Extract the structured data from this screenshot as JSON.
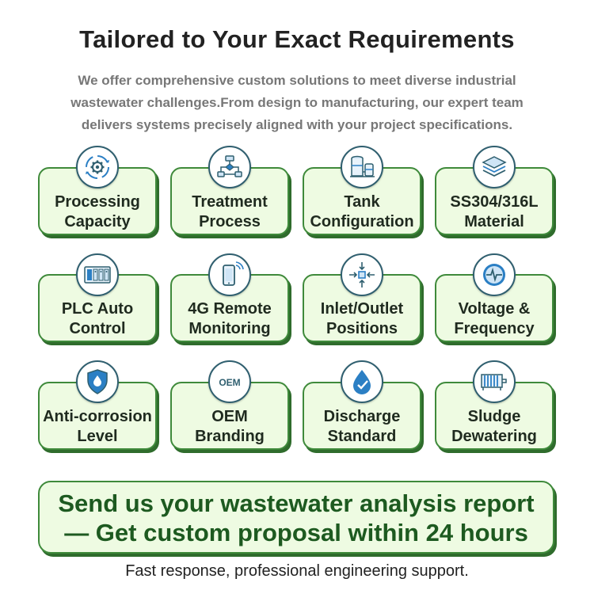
{
  "header": {
    "title": "Tailored to Your Exact Requirements",
    "subtitle_lines": [
      "We offer comprehensive custom solutions to meet diverse industrial",
      "wastewater challenges.From design to manufacturing, our expert team",
      "delivers systems precisely aligned with your project specifications."
    ]
  },
  "cards": [
    {
      "lines": [
        "Processing",
        "Capacity"
      ],
      "icon": "gear-cycle-icon"
    },
    {
      "lines": [
        "Treatment",
        "Process"
      ],
      "icon": "flowchart-icon"
    },
    {
      "lines": [
        "Tank",
        "Configuration"
      ],
      "icon": "tanks-icon"
    },
    {
      "lines": [
        "SS304/316L",
        "Material"
      ],
      "icon": "layers-icon"
    },
    {
      "lines": [
        "PLC Auto",
        "Control"
      ],
      "icon": "plc-cabinet-icon"
    },
    {
      "lines": [
        "4G Remote",
        "Monitoring"
      ],
      "icon": "phone-signal-icon"
    },
    {
      "lines": [
        "Inlet/Outlet",
        "Positions"
      ],
      "icon": "inlet-outlet-arrows-icon"
    },
    {
      "lines": [
        "Voltage &",
        "Frequency"
      ],
      "icon": "waveform-icon"
    },
    {
      "lines": [
        "Anti-corrosion",
        "Level"
      ],
      "icon": "shield-drop-icon"
    },
    {
      "lines": [
        "OEM",
        "Branding"
      ],
      "icon": "oem-icon",
      "icon_text": "OEM"
    },
    {
      "lines": [
        "Discharge",
        "Standard"
      ],
      "icon": "drop-check-icon"
    },
    {
      "lines": [
        "Sludge",
        "Dewatering"
      ],
      "icon": "filter-press-icon"
    }
  ],
  "cta": {
    "lines": [
      "Send us your wastewater analysis report",
      "— Get custom proposal within 24 hours"
    ]
  },
  "footer": {
    "text": "Fast response, professional engineering support."
  },
  "colors": {
    "card_fill": "#eefbe2",
    "card_border": "#3f8a3b",
    "cta_text": "#1d5a20",
    "icon_blue": "#2b7fc4"
  }
}
